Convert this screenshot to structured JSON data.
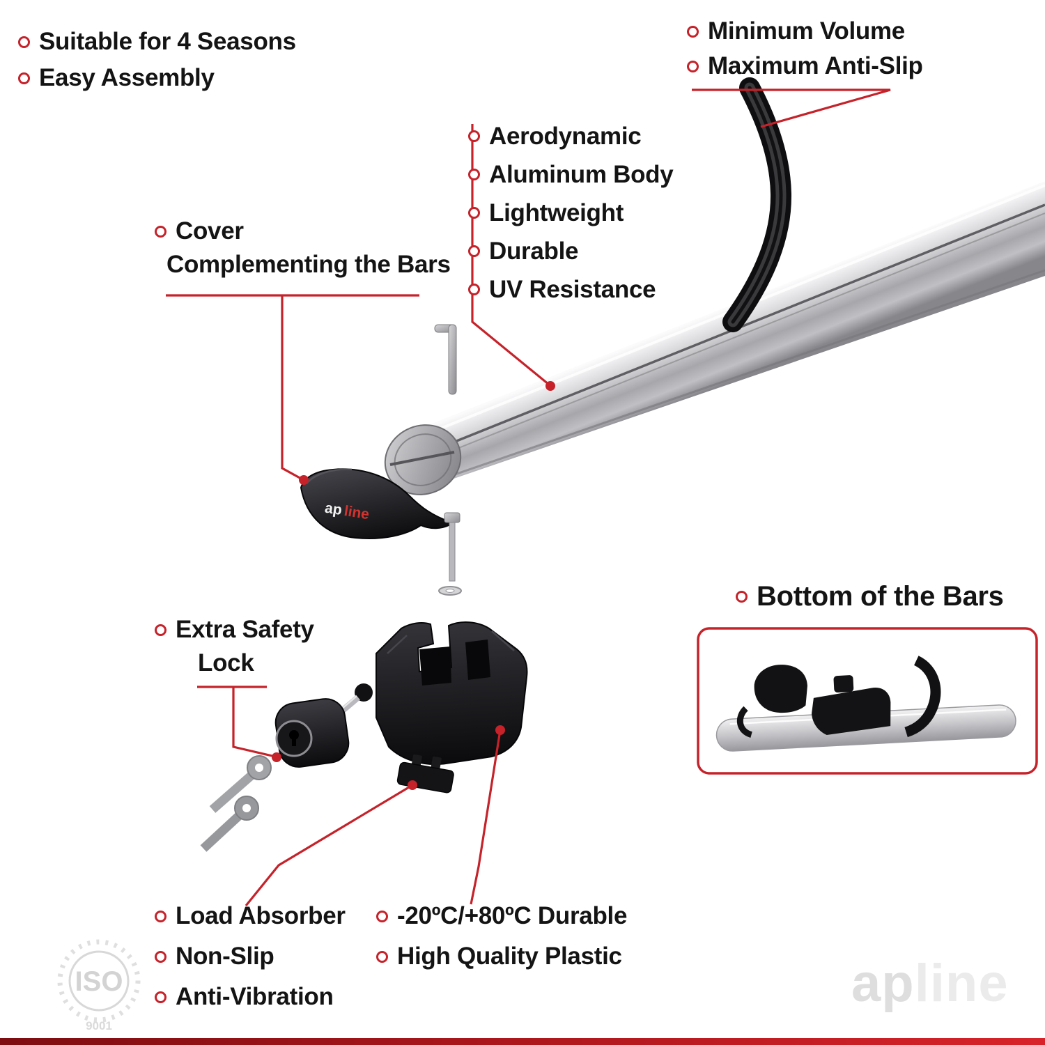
{
  "colors": {
    "accent": "#c5222a",
    "text": "#141414",
    "silver": "#b9b9bd",
    "black_part": "#121214"
  },
  "top_left": {
    "items": [
      "Suitable for 4 Seasons",
      "Easy Assembly"
    ]
  },
  "top_right": {
    "items": [
      "Minimum Volume",
      "Maximum Anti-Slip"
    ]
  },
  "features": {
    "items": [
      "Aerodynamic",
      "Aluminum Body",
      "Lightweight",
      "Durable",
      "UV Resistance"
    ]
  },
  "cover": {
    "line1": "Cover",
    "line2": "Complementing the Bars"
  },
  "safety_lock": {
    "line1": "Extra Safety",
    "line2": "Lock"
  },
  "bottom_bars": {
    "label": "Bottom of the Bars"
  },
  "bottom_left": {
    "items": [
      "Load Absorber",
      "Non-Slip",
      "Anti-Vibration"
    ]
  },
  "bottom_center": {
    "items": [
      "-20ºC/+80ºC Durable",
      "High Quality Plastic"
    ]
  },
  "brand": {
    "part1": "ap",
    "part2": "line"
  },
  "watermarks": {
    "iso": "ISO",
    "iso_number": "9001",
    "brand_part1": "ap",
    "brand_part2": "line"
  }
}
